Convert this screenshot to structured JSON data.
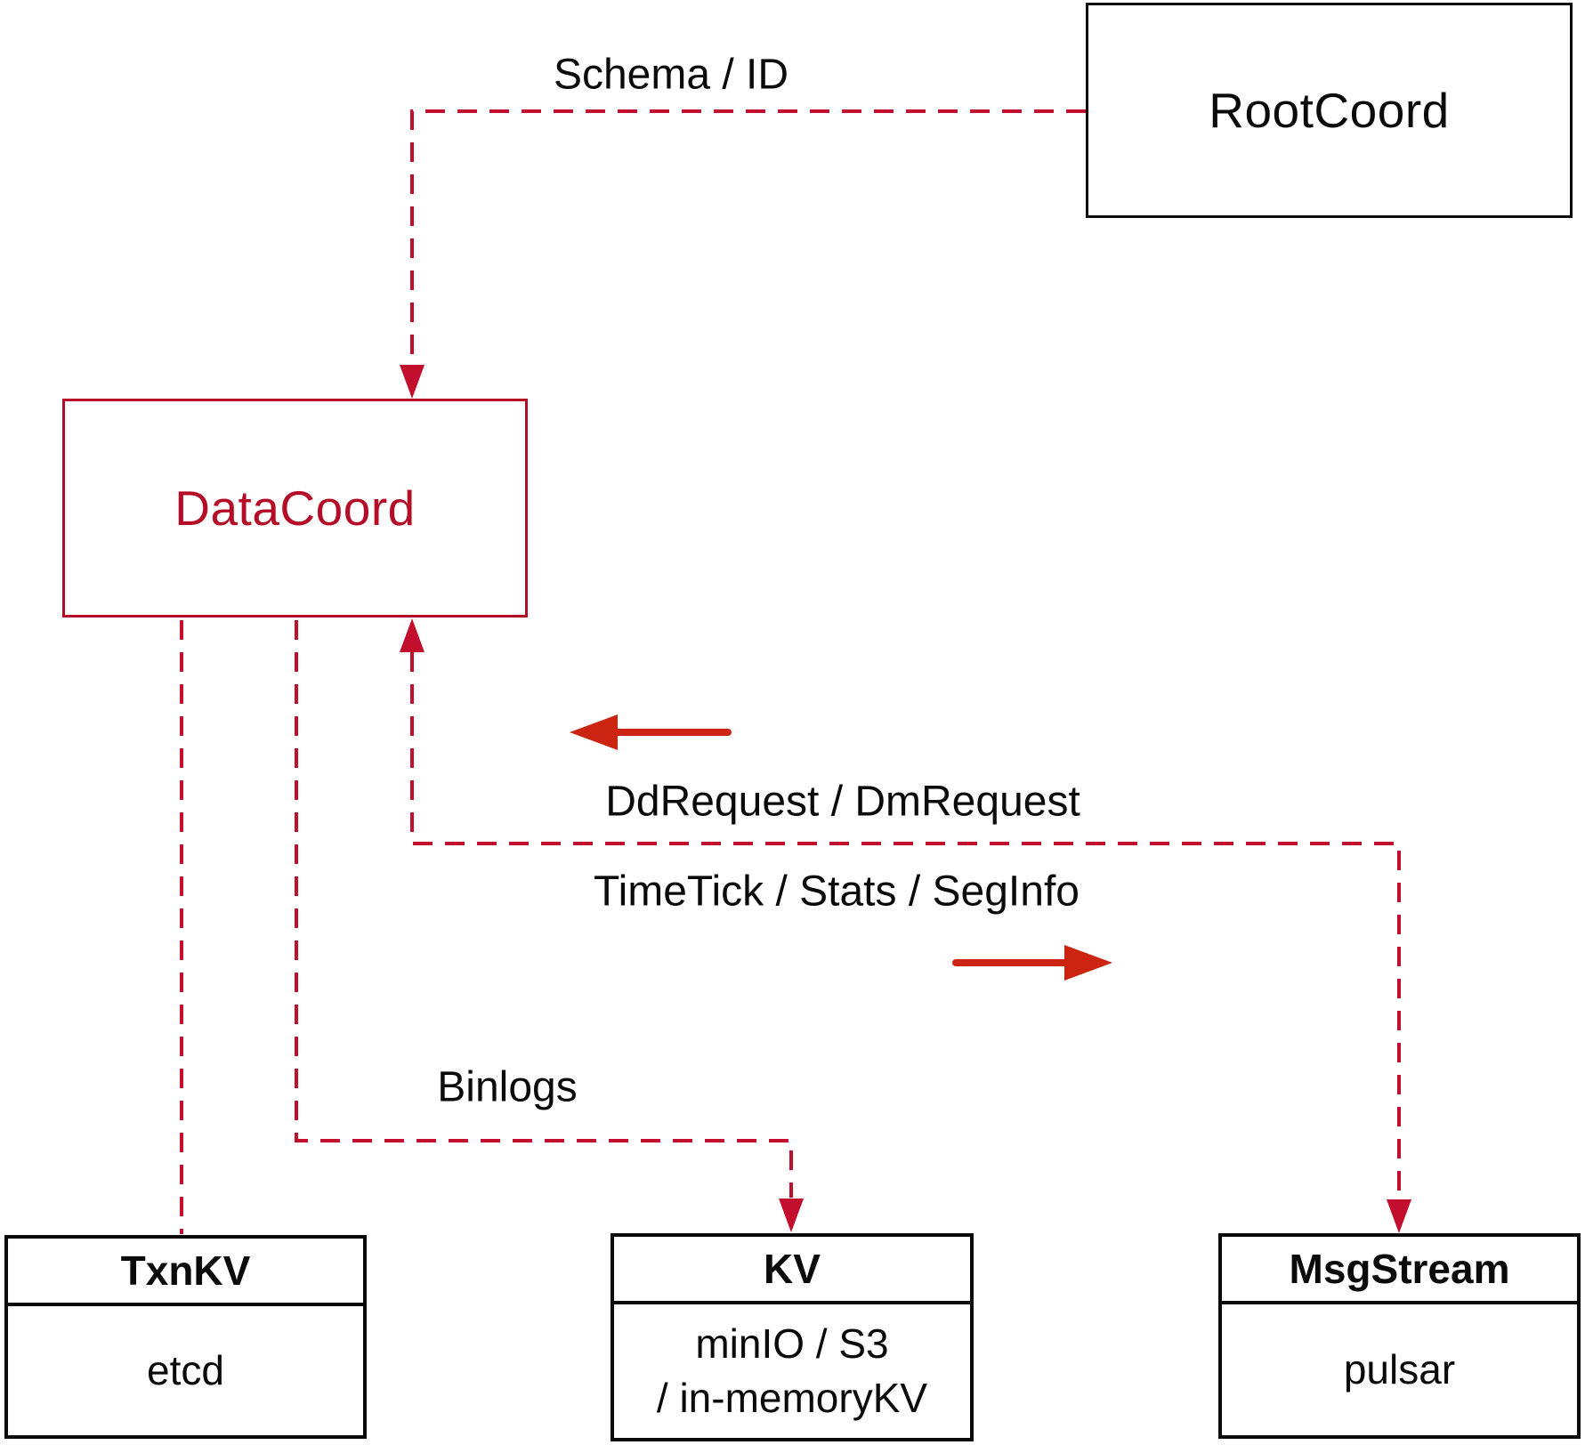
{
  "colors": {
    "crimson": "#b50d27",
    "dashed_red": "#c20f2e",
    "solid_red": "#cb2410",
    "ink": "#0a0a0a",
    "paper": "#ffffff"
  },
  "nodes": {
    "rootcoord": {
      "label": "RootCoord"
    },
    "datacoord": {
      "label": "DataCoord"
    },
    "txnkv": {
      "title": "TxnKV",
      "body": "etcd"
    },
    "kv": {
      "title": "KV",
      "body_line1": "minIO / S3",
      "body_line2": "/ in-memoryKV"
    },
    "msgstream": {
      "title": "MsgStream",
      "body": "pulsar"
    }
  },
  "edge_labels": {
    "schema_id": "Schema / ID",
    "dd_dm_request": "DdRequest / DmRequest",
    "timetick_stats_seginfo": "TimeTick / Stats / SegInfo",
    "binlogs": "Binlogs"
  }
}
